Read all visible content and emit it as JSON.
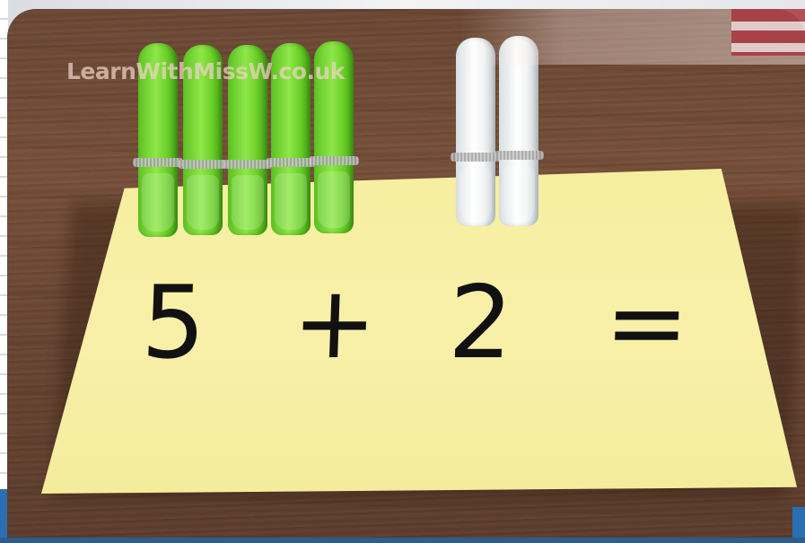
{
  "watermark": {
    "text": "LearnWithMissW.co.uk"
  },
  "equation": {
    "first_operand": "5",
    "operator": "+",
    "second_operand": "2",
    "equals": "="
  },
  "pegs": {
    "green_count": 5,
    "white_count": 2,
    "green_color": "#6fd32b",
    "white_color": "#f4f6f7"
  },
  "colors": {
    "card": "#f6ee9f",
    "table": "#6e4a37",
    "text": "#111111"
  }
}
